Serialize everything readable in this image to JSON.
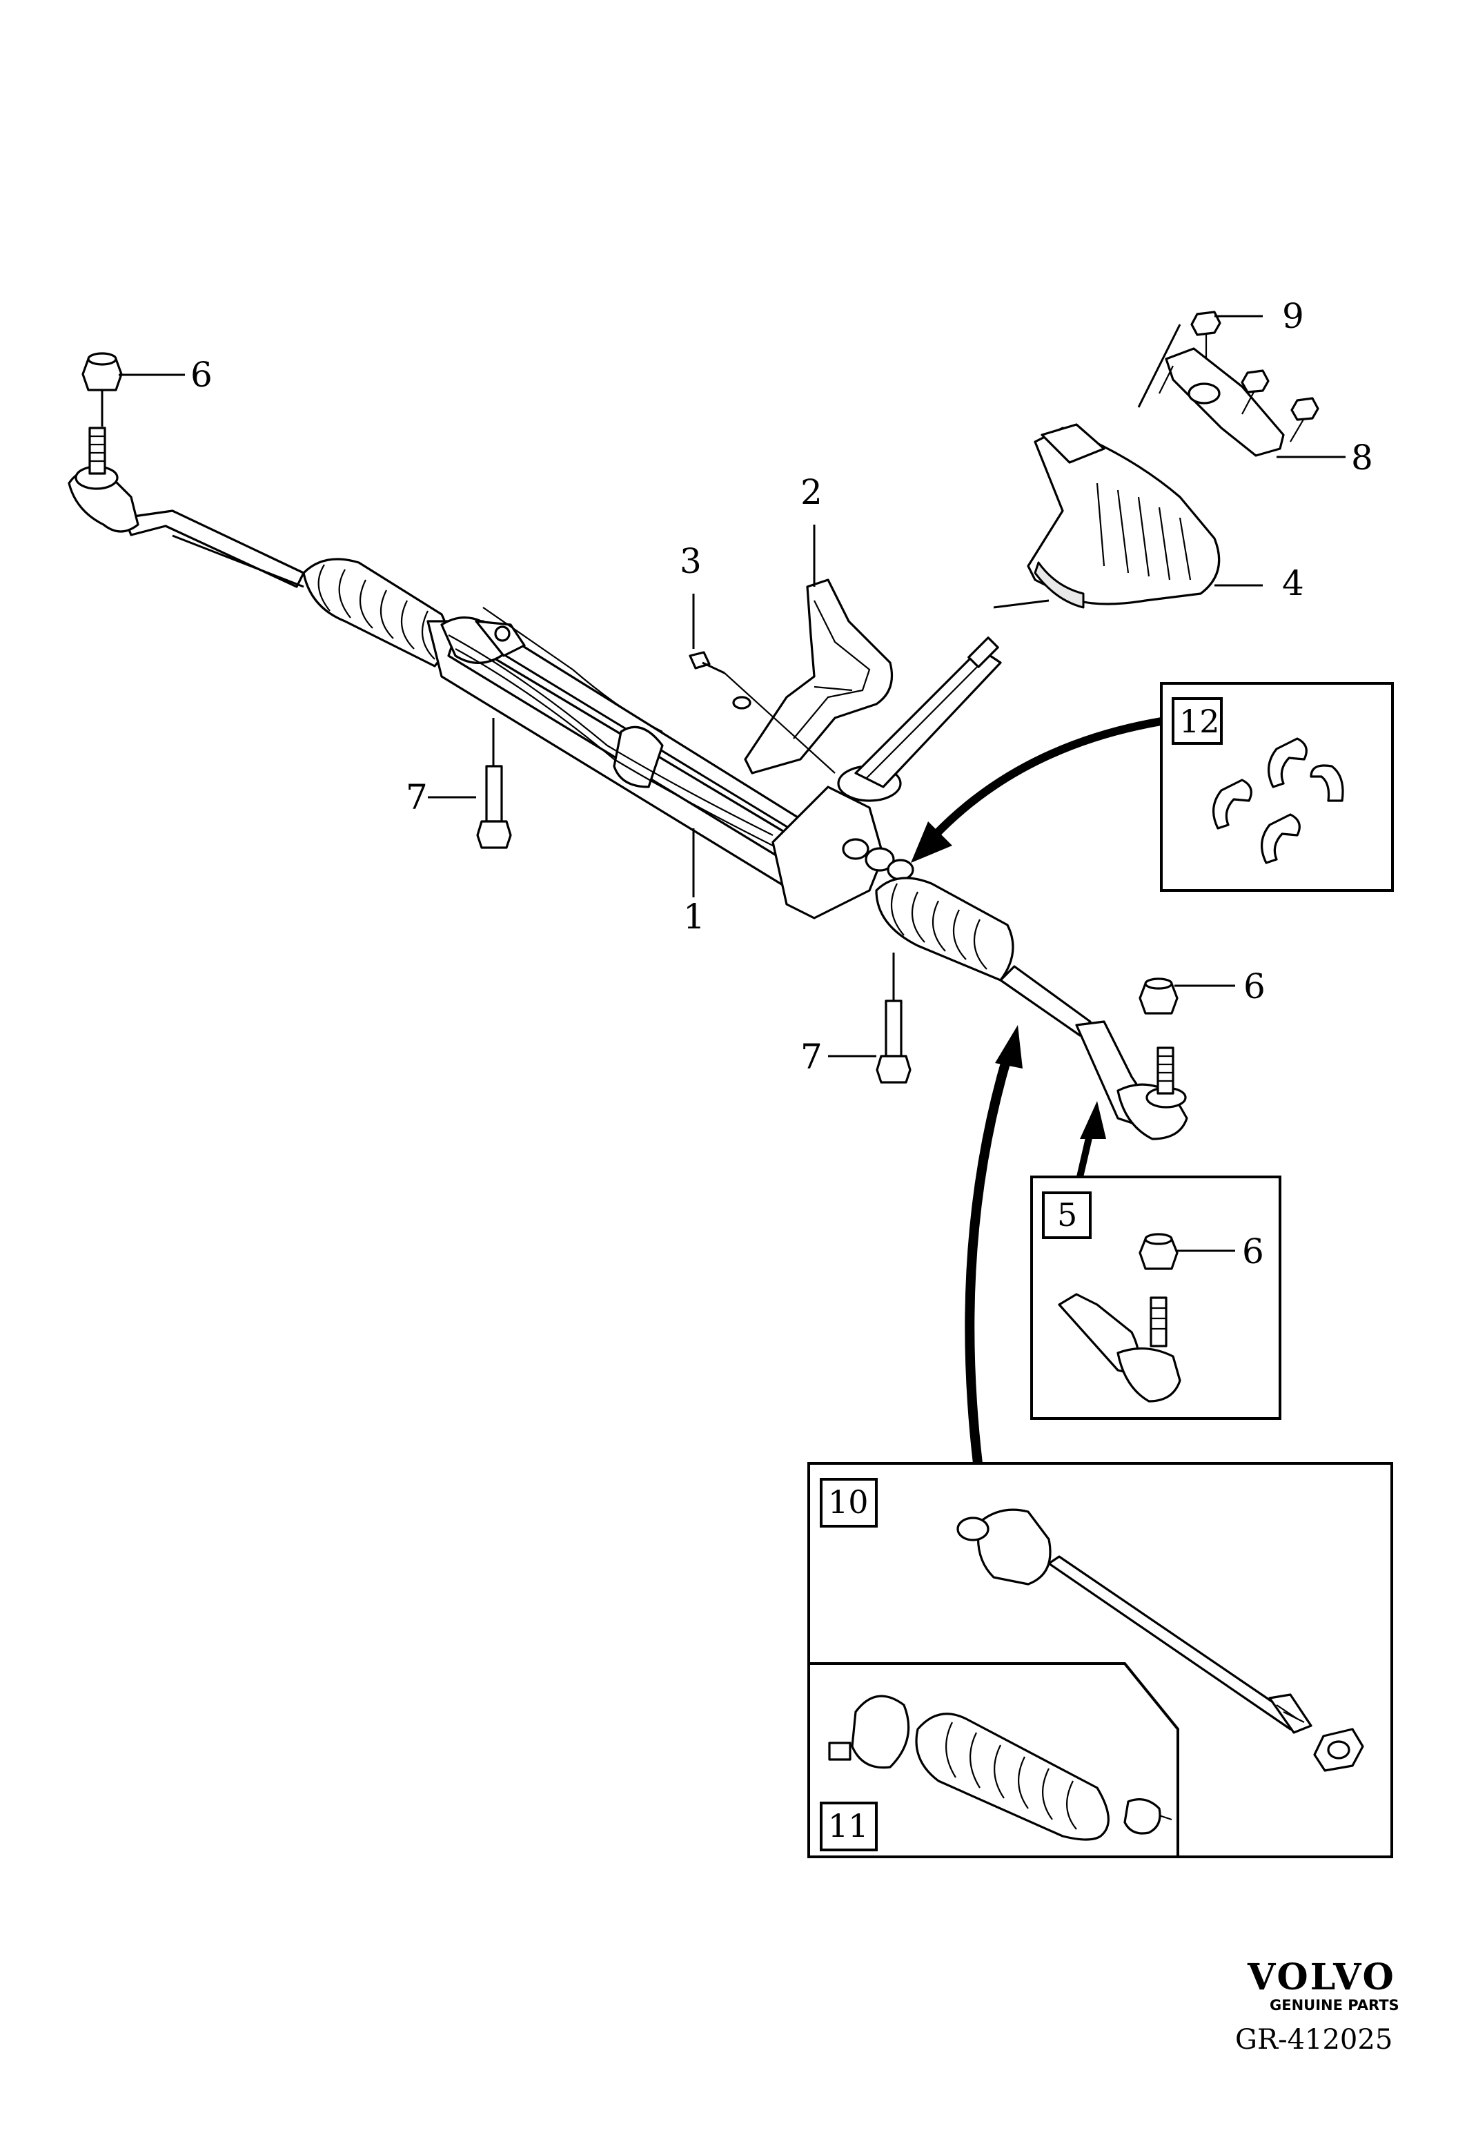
{
  "callouts": {
    "c1": "1",
    "c2": "2",
    "c3": "3",
    "c4": "4",
    "c6a": "6",
    "c6b": "6",
    "c6c": "6",
    "c7a": "7",
    "c7b": "7",
    "c8": "8",
    "c9": "9"
  },
  "boxes": {
    "b5": "5",
    "b10": "10",
    "b11": "11",
    "b12": "12"
  },
  "footer": {
    "brand": "VOLVO",
    "tagline": "GENUINE PARTS",
    "reference": "GR-412025"
  }
}
